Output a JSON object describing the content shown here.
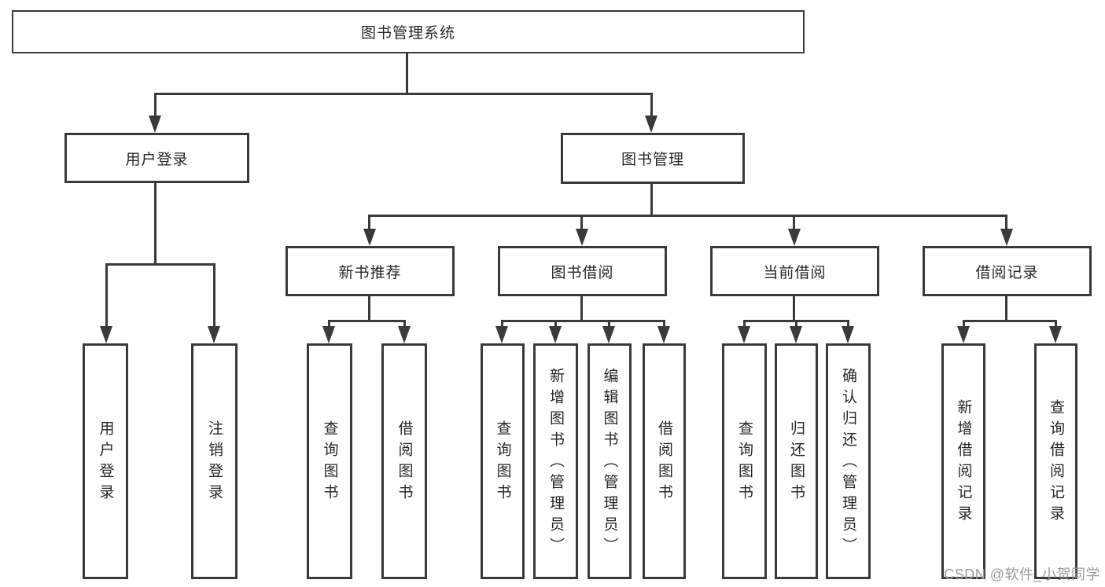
{
  "diagram": {
    "type": "tree",
    "colors": {
      "line": "#3a3a3a",
      "box_border": "#3a3a3a",
      "text": "#262626",
      "background": "#ffffff",
      "watermark": "#9b9b9b"
    }
  },
  "tree": {
    "label": "图书管理系统",
    "children": [
      {
        "label": "用户登录",
        "children": [
          {
            "label": "用户登录"
          },
          {
            "label": "注销登录"
          }
        ]
      },
      {
        "label": "图书管理",
        "children": [
          {
            "label": "新书推荐",
            "children": [
              {
                "label": "查询图书"
              },
              {
                "label": "借阅图书"
              }
            ]
          },
          {
            "label": "图书借阅",
            "children": [
              {
                "label": "查询图书"
              },
              {
                "label": "新增图书（管理员）"
              },
              {
                "label": "编辑图书（管理员）"
              },
              {
                "label": "借阅图书"
              }
            ]
          },
          {
            "label": "当前借阅",
            "children": [
              {
                "label": "查询图书"
              },
              {
                "label": "归还图书"
              },
              {
                "label": "确认归还（管理员）"
              }
            ]
          },
          {
            "label": "借阅记录",
            "children": [
              {
                "label": "新增借阅记录"
              },
              {
                "label": "查询借阅记录"
              }
            ]
          }
        ]
      }
    ]
  },
  "watermark": {
    "text": "CSDN @软件_小贺同学"
  }
}
